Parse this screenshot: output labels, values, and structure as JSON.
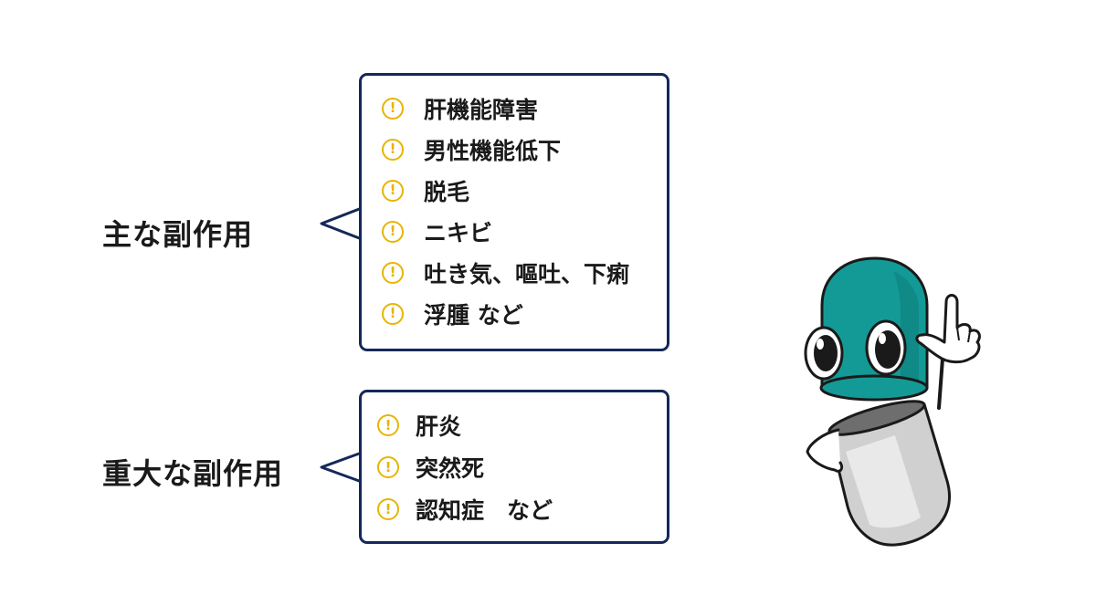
{
  "sections": [
    {
      "label": "主な副作用",
      "items": [
        "肝機能障害",
        "男性機能低下",
        "脱毛",
        "ニキビ",
        "吐き気、嘔吐、下痢",
        "浮腫 など"
      ]
    },
    {
      "label": "重大な副作用",
      "items": [
        "肝炎",
        "突然死",
        "認知症　など"
      ]
    }
  ],
  "icons": {
    "item_icon": "exclamation-circle-icon",
    "item_icon_glyph": "!"
  },
  "colors": {
    "bubble_border": "#14285a",
    "warning_icon": "#e8b400",
    "mascot_cap": "#149a96",
    "mascot_body": "#cfcfcf"
  }
}
